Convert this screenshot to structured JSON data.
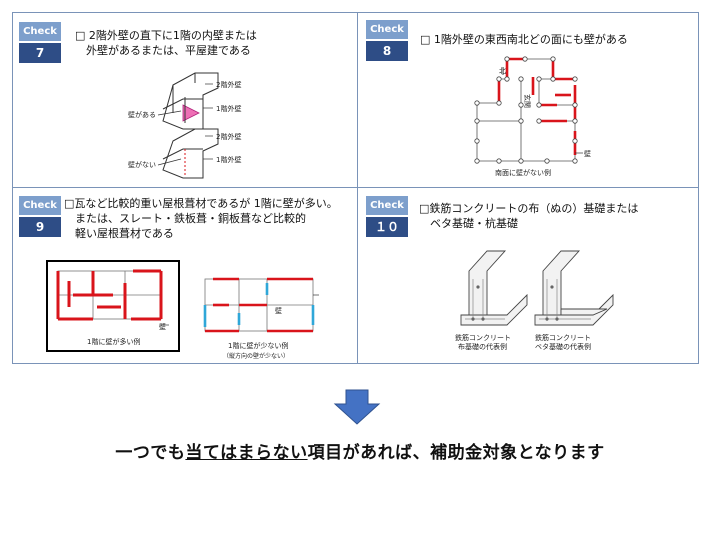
{
  "cells": [
    {
      "check_label": "Check",
      "number": "7",
      "text": "□ 2階外壁の直下に1階の内壁または\n　外壁があるまたは、平屋建である",
      "figure_labels": {
        "upper_2f": "2階外壁",
        "upper_1f": "1階外壁",
        "upper_left": "壁がある",
        "lower_2f": "2階外壁",
        "lower_1f": "1階外壁",
        "lower_left": "壁がない"
      }
    },
    {
      "check_label": "Check",
      "number": "8",
      "text": "□ 1階外壁の東西南北どの面にも壁がある",
      "figure_labels": {
        "north": "北",
        "entrance": "玄関",
        "wall": "壁",
        "caption": "南面に壁がない例"
      }
    },
    {
      "check_label": "Check",
      "number": "9",
      "text": "□瓦など比較的重い屋根葺材であるが 1階に壁が多い。\n　または、スレート・鉄板葺・銅板葺など比較的\n　軽い屋根葺材である",
      "figure_labels": {
        "left_wall": "壁",
        "left_caption": "1階に壁が多い例",
        "right_wall": "壁",
        "right_caption": "1階に壁が少ない例",
        "right_sub": "（縦方向の壁が少ない）"
      }
    },
    {
      "check_label": "Check",
      "number": "１０",
      "text": "□鉄筋コンクリートの布（ぬの）基礎または\n　ベタ基礎・杭基礎",
      "figure_labels": {
        "left_caption_1": "鉄筋コンクリート",
        "left_caption_2": "布基礎の代表例",
        "right_caption_1": "鉄筋コンクリート",
        "right_caption_2": "ベタ基礎の代表例"
      }
    }
  ],
  "footer": {
    "pre": "一つでも",
    "underlined": "当てはまらない",
    "post": "項目があれば、補助金対象となります"
  },
  "colors": {
    "badge_top": "#7d9fcc",
    "badge_bottom": "#2e4d86",
    "arrow": "#4472c4",
    "wall_red": "#d9141b",
    "wall_blue": "#2fa7d8",
    "highlight_pink": "#ee6fb5"
  }
}
